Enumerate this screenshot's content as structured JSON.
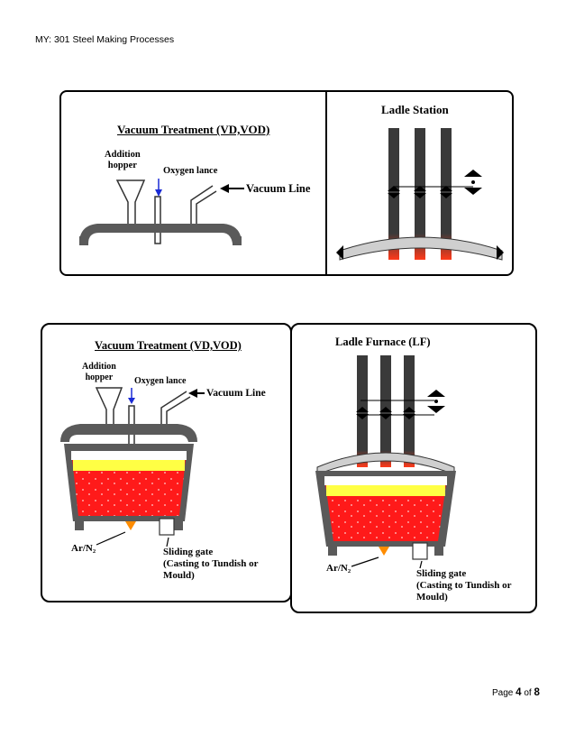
{
  "header": {
    "text": "MY: 301 Steel Making Processes"
  },
  "footer": {
    "prefix": "Page ",
    "current": "4",
    "of": " of ",
    "total": "8"
  },
  "top_left": {
    "title": "Vacuum Treatment (VD,VOD)",
    "addition_hopper_1": "Addition",
    "addition_hopper_2": "hopper",
    "oxygen_lance": "Oxygen lance",
    "vacuum_line": "Vacuum Line"
  },
  "top_right": {
    "title": "Ladle Station"
  },
  "bottom_left": {
    "title": "Vacuum Treatment (VD,VOD)",
    "addition_hopper_1": "Addition",
    "addition_hopper_2": "hopper",
    "oxygen_lance": "Oxygen lance",
    "vacuum_line": "Vacuum Line",
    "argon": "Ar/N₂",
    "sliding_gate_1": "Sliding gate",
    "sliding_gate_2": "(Casting to Tundish or",
    "sliding_gate_3": "Mould)"
  },
  "bottom_right": {
    "title": "Ladle Furnace (LF)",
    "argon": "Ar/N₂",
    "sliding_gate_1": "Sliding gate",
    "sliding_gate_2": "(Casting to Tundish or",
    "sliding_gate_3": "Mould)"
  },
  "colors": {
    "steel": "#ff1a1a",
    "slag": "#ffff44",
    "ladle": "#5a5a5a",
    "electrode": "#3a3a3a",
    "lance_arrow": "#1a2bd6",
    "flame": "#ff8c00"
  }
}
